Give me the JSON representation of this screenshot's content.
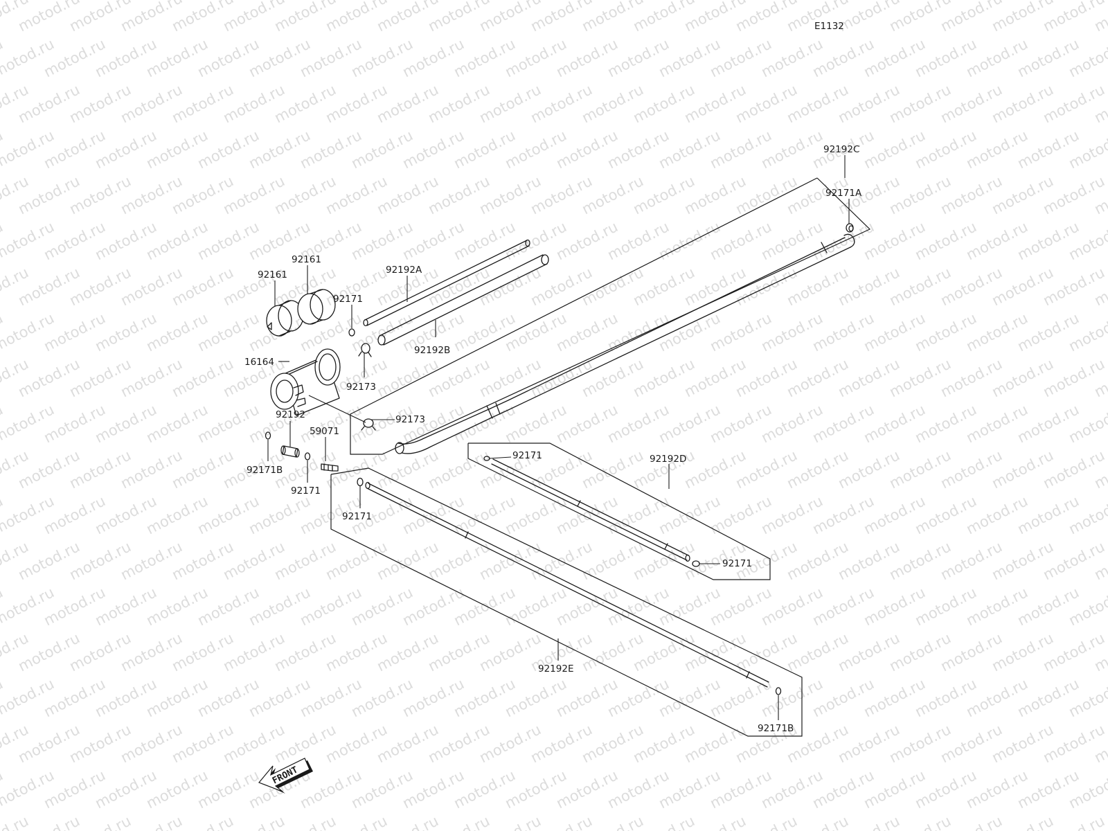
{
  "diagram_code": "E1132",
  "watermark": "motod.ru",
  "front_label": "FRONT",
  "labels": {
    "p92192C": "92192C",
    "p92171A": "92171A",
    "p92161_left": "92161",
    "p92161_right": "92161",
    "p92192A": "92192A",
    "p92171_top": "92171",
    "p92192B": "92192B",
    "p16164": "16164",
    "p92173_upper": "92173",
    "p92173_lower": "92173",
    "p92192": "92192",
    "p59071": "59071",
    "p92171B_left": "92171B",
    "p92171_mid": "92171",
    "p92171_e_left": "92171",
    "p92171_d_left": "92171",
    "p92192D": "92192D",
    "p92171_d_right": "92171",
    "p92192E": "92192E",
    "p92171B_right": "92171B"
  }
}
